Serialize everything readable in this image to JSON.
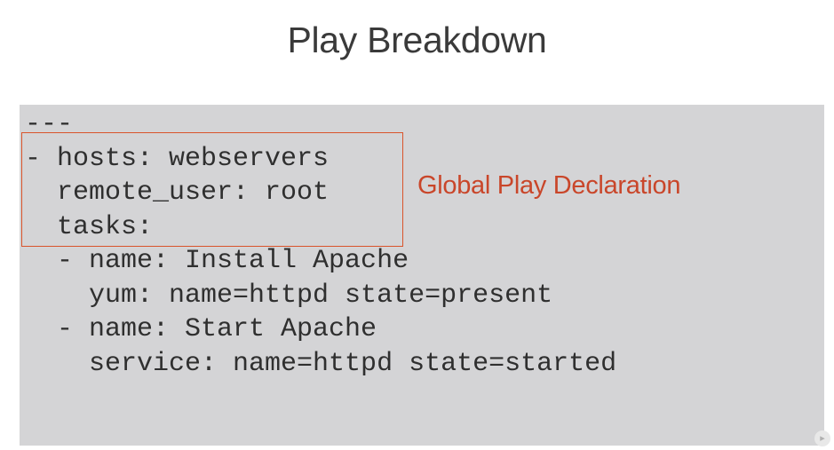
{
  "slide": {
    "title": "Play Breakdown"
  },
  "code": {
    "lines": [
      "---",
      "- hosts: webservers",
      "  remote_user: root",
      "  tasks:",
      "  - name: Install Apache",
      "    yum: name=httpd state=present",
      "  - name: Start Apache",
      "    service: name=httpd state=started"
    ]
  },
  "annotation": {
    "label": "Global Play Declaration",
    "color": "#c9462a",
    "box_color": "#d9542b"
  },
  "colors": {
    "panel_background": "#d4d4d6",
    "code_text": "#2f2f2f",
    "title_text": "#3a3a3a"
  }
}
